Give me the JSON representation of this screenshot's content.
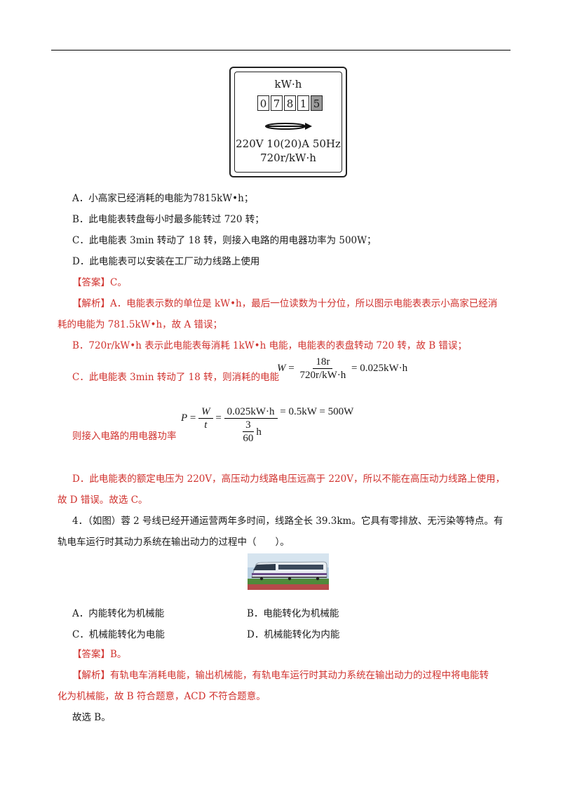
{
  "meter": {
    "unit": "kW·h",
    "digits": [
      "0",
      "7",
      "8",
      "1",
      "5"
    ],
    "rating": "220V 10(20)A 50Hz",
    "revolutions": "720r/kW·h"
  },
  "q3": {
    "options": [
      "A．小高家已经消耗的电能为7815kW•h；",
      "B．此电能表转盘每小时最多能转过 720 转；",
      "C．此电能表 3min 转动了 18 转，则接入电路的用电器功率为 500W；",
      "D．此电能表可以安装在工厂动力线路上使用"
    ],
    "answer": "【答案】C。",
    "analysis_a_1": "【解析】A．电能表示数的单位是 kW•h，最后一位读数为十分位，所以图示电能表表示小高家已经消",
    "analysis_a_2": "耗的电能为 781.5kW•h，故 A 错误；",
    "analysis_b": "B．720r/kW•h 表示此电能表每消耗 1kW•h 电能，电能表的表盘转动 720 转，故 B 错误；",
    "analysis_c": "C．此电能表 3min 转动了 18 转，则消耗的电能",
    "formula_w": {
      "lhs": "W",
      "num": "18r",
      "den": "720r/kW·h",
      "rhs": "= 0.025kW·h"
    },
    "analysis_c2": "则接入电路的用电器功率",
    "formula_p": {
      "lhs": "P",
      "f1_num": "W",
      "f1_den": "t",
      "f2_num": "0.025kW·h",
      "f2_den_num": "3",
      "f2_den_den": "60",
      "f2_den_unit": "h",
      "rhs": "= 0.5kW = 500W"
    },
    "analysis_d_1": "D．此电能表的额定电压为 220V，高压动力线路电压远高于 220V，所以不能在高压动力线路上使用，",
    "analysis_d_2": "故 D 错误。故选 C。"
  },
  "q4": {
    "stem_1": "4．（如图）蓉 2 号线已经开通运营两年多时间，线路全长 39.3km。它具有零排放、无污染等特点。有",
    "stem_2": "轨电车运行时其动力系统在输出动力的过程中（　　）。",
    "options": [
      "A．内能转化为机械能",
      "B．电能转化为机械能",
      "C．机械能转化为电能",
      "D．机械能转化为内能"
    ],
    "answer": "【答案】B。",
    "analysis_1": "【解析】有轨电车消耗电能，输出机械能，有轨电车运行时其动力系统在输出动力的过程中将电能转",
    "analysis_2": "化为机械能，故 B 符合题意，ACD 不符合题意。",
    "conclusion": "故选 B。"
  }
}
